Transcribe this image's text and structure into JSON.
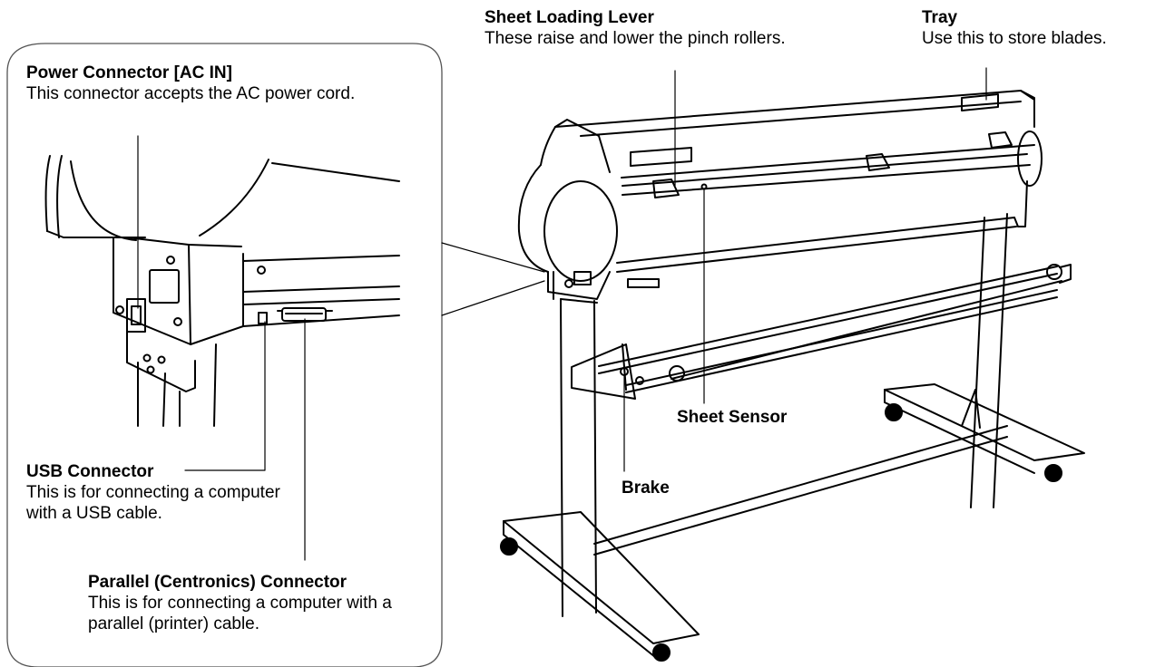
{
  "callouts": {
    "power": {
      "title": "Power Connector [AC IN]",
      "desc": "This connector accepts the AC power cord."
    },
    "usb": {
      "title": "USB Connector",
      "desc": "This is for connecting a computer with a USB cable."
    },
    "parallel": {
      "title": "Parallel (Centronics) Connector",
      "desc": "This is for connecting a computer with a parallel (printer) cable."
    },
    "sheet_lever": {
      "title": "Sheet Loading Lever",
      "desc": "These raise and lower the pinch rollers."
    },
    "tray": {
      "title": "Tray",
      "desc": "Use this to store blades."
    },
    "sheet_sensor": {
      "title": "Sheet Sensor"
    },
    "brake": {
      "title": "Brake"
    }
  }
}
